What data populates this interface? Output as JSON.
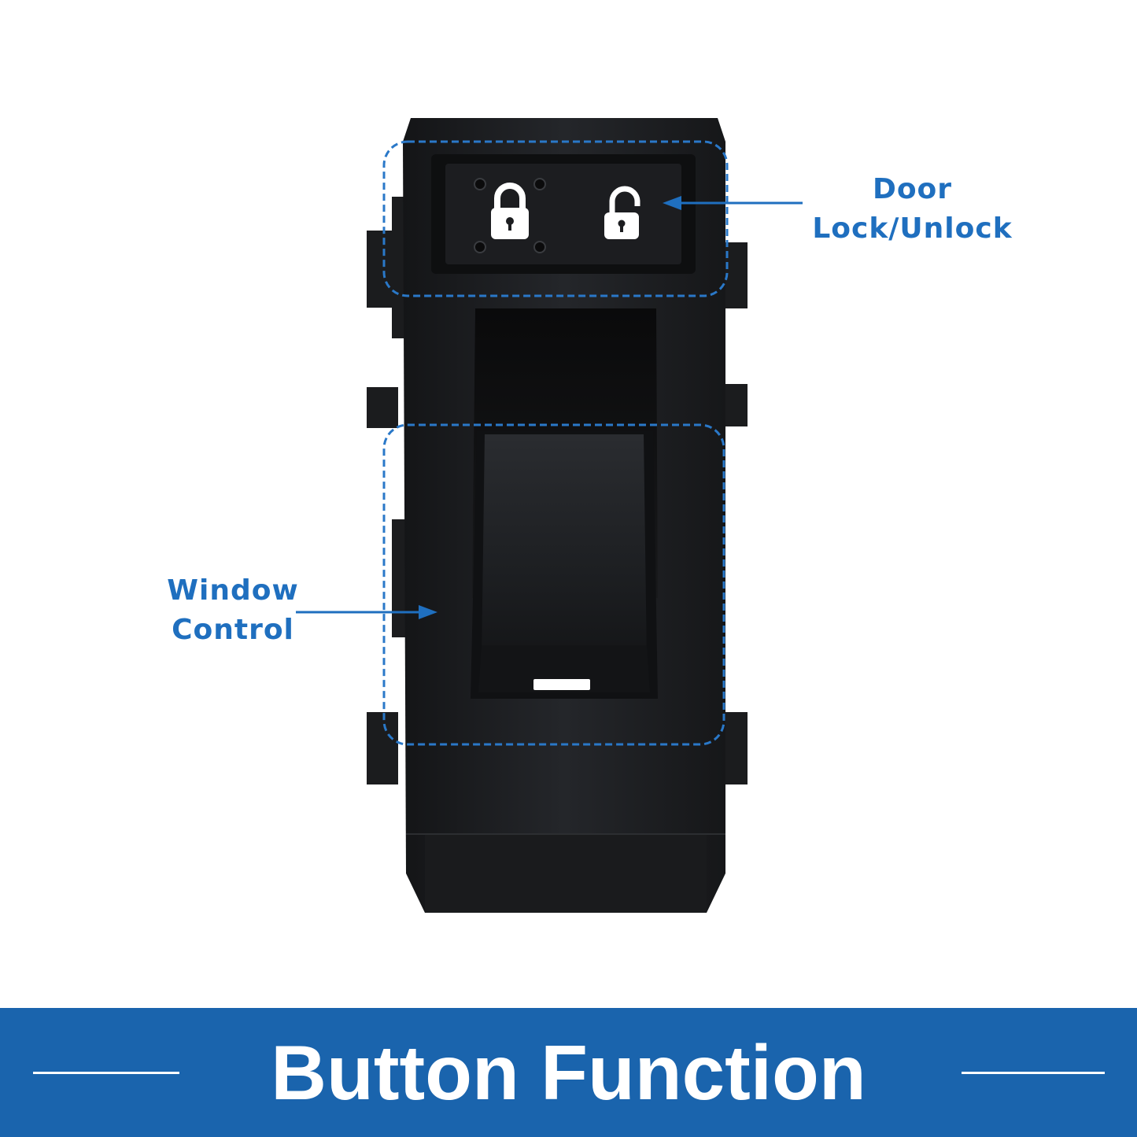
{
  "callouts": {
    "door": {
      "line1": "Door",
      "line2": "Lock/Unlock"
    },
    "window": {
      "line1": "Window",
      "line2": "Control"
    }
  },
  "banner": {
    "title": "Button Function"
  },
  "colors": {
    "accent": "#1f6fbf",
    "banner": "#1a64ad",
    "switch_body": "#1e1f21",
    "dashed_outline": "#2a78c8"
  },
  "icons": [
    "lock-icon",
    "unlock-icon"
  ]
}
